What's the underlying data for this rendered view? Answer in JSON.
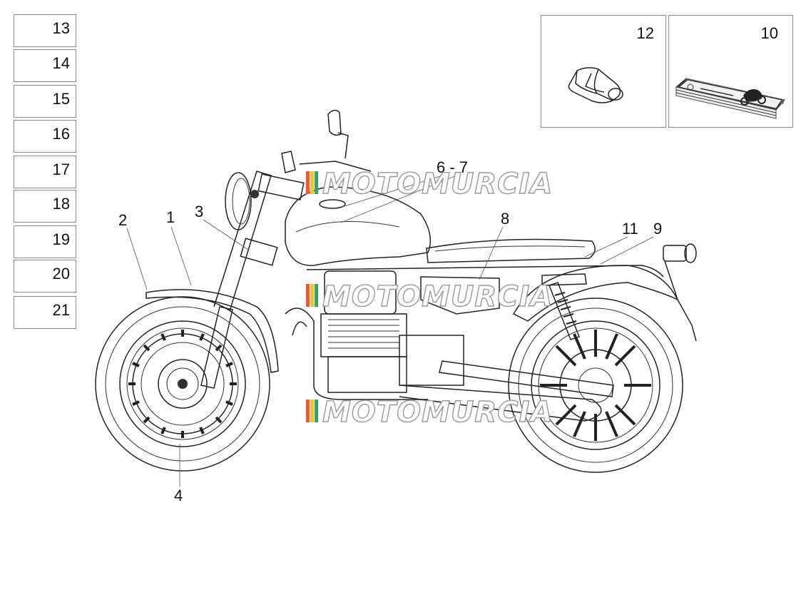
{
  "code_boxes": [
    "13",
    "14",
    "15",
    "16",
    "17",
    "18",
    "19",
    "20",
    "21"
  ],
  "insets": [
    {
      "label": "12",
      "icon": "patch-roll-icon"
    },
    {
      "label": "10",
      "icon": "owner-manual-icon"
    }
  ],
  "callouts": [
    "1",
    "2",
    "3",
    "4",
    "6 - 7",
    "8",
    "9",
    "11"
  ],
  "watermark": "MOTOMURCIA"
}
